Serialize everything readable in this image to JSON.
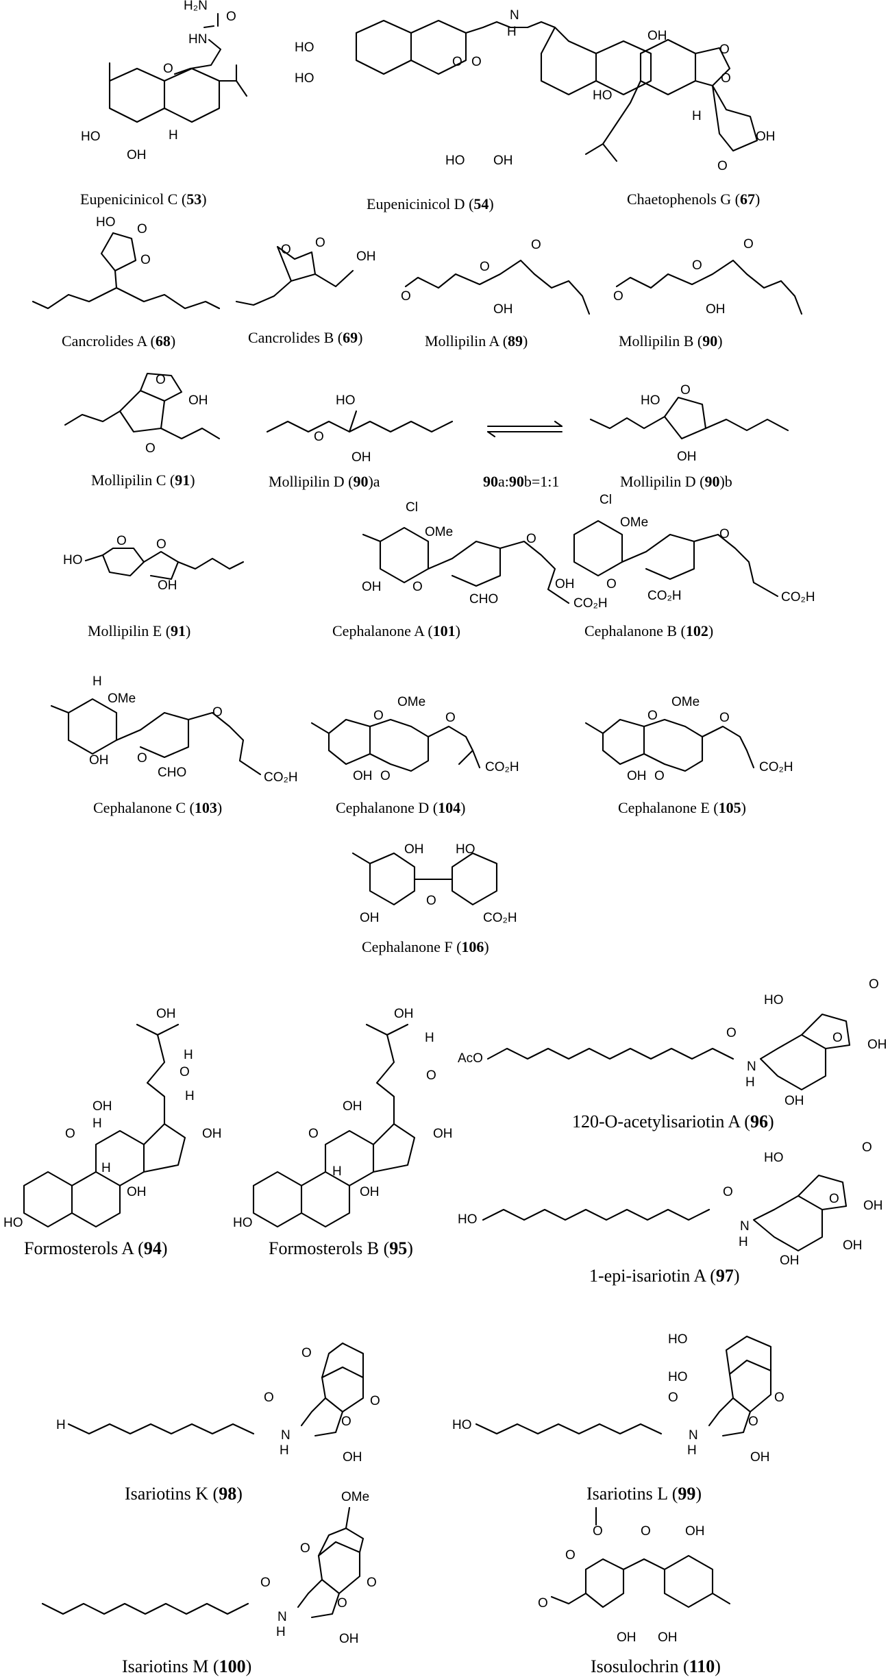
{
  "compounds": [
    {
      "name": "Eupenicinicol C",
      "id": "53"
    },
    {
      "name": "Eupenicinicol D",
      "id": "54"
    },
    {
      "name": "Chaetophenols G",
      "id": "67"
    },
    {
      "name": "Cancrolides A",
      "id": "68"
    },
    {
      "name": "Cancrolides B",
      "id": "69"
    },
    {
      "name": "Mollipilin A",
      "id": "89"
    },
    {
      "name": "Mollipilin B",
      "id": "90"
    },
    {
      "name": "Mollipilin C",
      "id": "91"
    },
    {
      "name": "Mollipilin D",
      "id": "90",
      "suffix": "a"
    },
    {
      "name": "Mollipilin D",
      "id": "90",
      "suffix": "b"
    },
    {
      "name": "Mollipilin E",
      "id": "91"
    },
    {
      "name": "Cephalanone A",
      "id": "101"
    },
    {
      "name": "Cephalanone B",
      "id": "102"
    },
    {
      "name": "Cephalanone C",
      "id": "103"
    },
    {
      "name": "Cephalanone D",
      "id": "104"
    },
    {
      "name": "Cephalanone E",
      "id": "105"
    },
    {
      "name": "Cephalanone F",
      "id": "106"
    },
    {
      "name": "Formosterols A",
      "id": "94"
    },
    {
      "name": "Formosterols B",
      "id": "95"
    },
    {
      "name": "120-O-acetylisariotin A",
      "id": "96"
    },
    {
      "name": "1-epi-isariotin A",
      "id": "97"
    },
    {
      "name": "Isariotins K",
      "id": "98"
    },
    {
      "name": "Isariotins L",
      "id": "99"
    },
    {
      "name": "Isariotins M",
      "id": "100"
    },
    {
      "name": "Isosulochrin",
      "id": "110"
    }
  ],
  "equilibrium": {
    "a": "90",
    "a_suffix": "a",
    "b": "90",
    "b_suffix": "b",
    "ratio": "=1:1"
  },
  "atoms": {
    "h2n": "H₂N",
    "hn": "HN",
    "n": "N",
    "h": "H",
    "ho": "HO",
    "oh": "OH",
    "o": "O",
    "ome": "OMe",
    "cl": "Cl",
    "cho": "CHO",
    "co2h": "CO₂H",
    "aco": "AcO",
    "me_o": "O"
  }
}
